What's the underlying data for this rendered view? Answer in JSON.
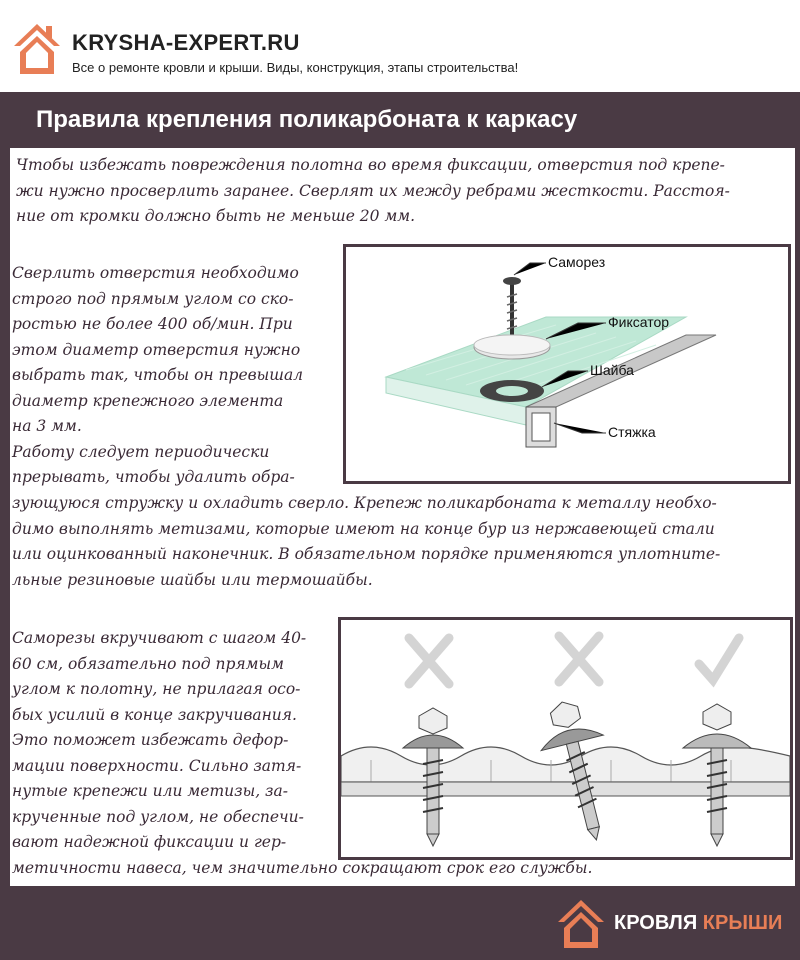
{
  "header": {
    "site_name": "KRYSHA-EXPERT.RU",
    "tagline": "Все о ремонте кровли и крыши. Виды, конструкция, этапы строительства!"
  },
  "title": "Правила крепления поликарбоната к каркасу",
  "paragraphs": {
    "p1": "Чтобы избежать повреждения полотна во время фиксации, отверстия под крепе-\nжи нужно просверлить заранее. Сверлят их между ребрами жесткости. Расстоя-\nние от кромки должно быть не меньше 20 мм.",
    "p2": "Сверлить отверстия необходимо\nстрого под прямым углом со ско-\nростью не более 400 об/мин. При\nэтом  диаметр отверстия нужно\nвыбрать так, чтобы он превышал\nдиаметр крепежного элемента\nна 3 мм.\nРаботу следует периодически\nпрерывать, чтобы удалить обра-",
    "p3": "зующуюся стружку и охладить сверло. Крепеж поликарбоната к металлу необхо-\nдимо выполнять метизами, которые имеют на конце бур из нержавеющей стали\nили оцинкованный наконечник. В обязательном порядке применяются уплотните-\nльные резиновые шайбы или термошайбы.",
    "p4": "Саморезы вкручивают с шагом 40-\n60 см, обязательно под прямым\nуглом к полотну, не прилагая осо-\nбых усилий в конце закручивания.\nЭто поможет избежать дефор-\nмации поверхности. Сильно затя-\nнутые крепежи или метизы, за-\nкрученные под углом, не обеспечи-\nвают надежной фиксации и гер-",
    "p5": "метичности навеса, чем значительно сокращают срок его службы."
  },
  "diagram1": {
    "labels": [
      "Саморез",
      "Фиксатор",
      "Шайба",
      "Стяжка"
    ]
  },
  "diagram2": {
    "marks": [
      "cross",
      "cross",
      "check"
    ]
  },
  "footer": {
    "brand_part1": "КРОВЛЯ",
    "brand_part2": "КРЫШИ"
  },
  "colors": {
    "background": "#4a3a44",
    "text": "#3a2a36",
    "accent": "#e87e56",
    "sheet": "#bfe8d6"
  }
}
